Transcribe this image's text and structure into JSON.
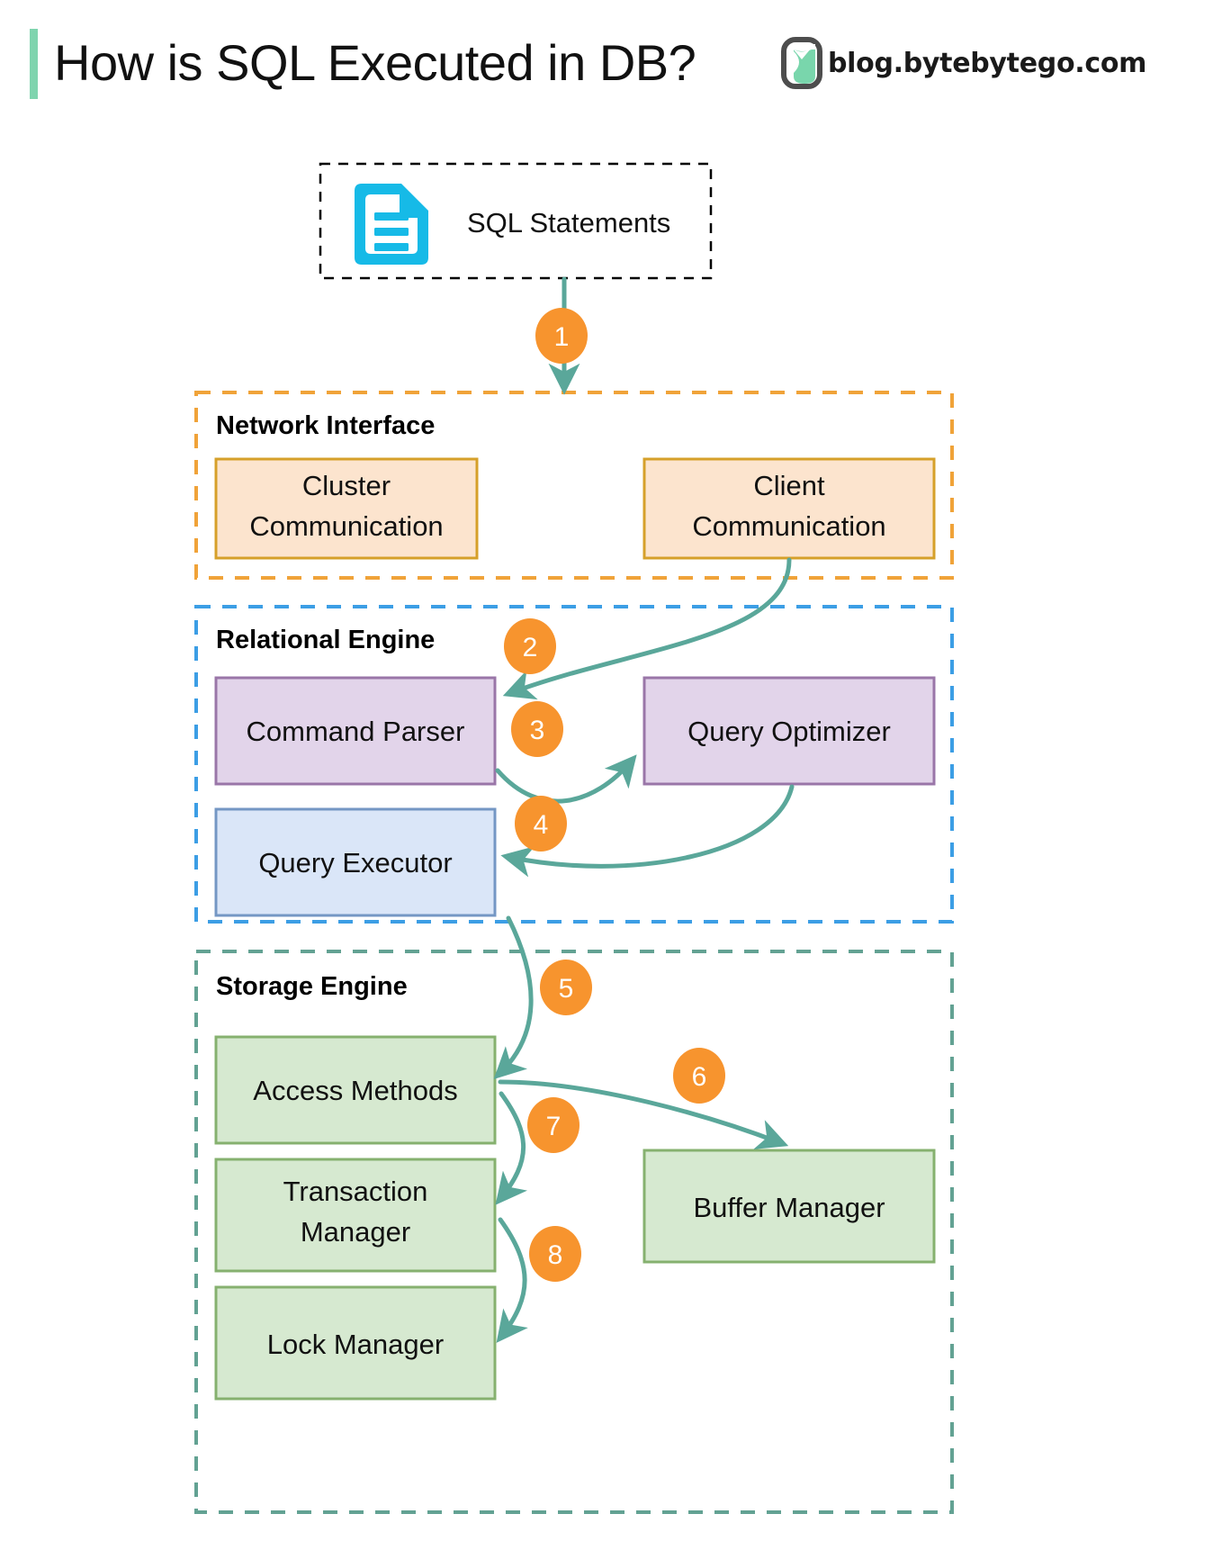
{
  "header": {
    "title": "How is SQL Executed in DB?",
    "brand_text": "blog.bytebytego.com",
    "accent_color": "#7fd4ae"
  },
  "source": {
    "label": "SQL Statements",
    "icon": "document-icon",
    "icon_color": "#16BAE7",
    "border_style": "dashed",
    "border_color": "#000000"
  },
  "colors": {
    "arrow": "#5AA79A",
    "step_badge": "#F7942E",
    "step_text": "#ffffff",
    "network_border": "#F0A339",
    "network_fill": "#FCE4CE",
    "network_box_border": "#D6A02A",
    "relational_border": "#3C9EE5",
    "parser_fill": "#E2D4EA",
    "parser_border": "#9A76A8",
    "executor_fill": "#DAE6F8",
    "executor_border": "#7497C4",
    "storage_border": "#63A293",
    "storage_fill": "#D6E9D0",
    "storage_box_border": "#86B16F"
  },
  "groups": [
    {
      "id": "network-interface",
      "title": "Network Interface",
      "nodes": [
        {
          "id": "cluster-communication",
          "label_line1": "Cluster",
          "label_line2": "Communication"
        },
        {
          "id": "client-communication",
          "label_line1": "Client",
          "label_line2": "Communication"
        }
      ]
    },
    {
      "id": "relational-engine",
      "title": "Relational Engine",
      "nodes": [
        {
          "id": "command-parser",
          "label_line1": "Command Parser",
          "label_line2": ""
        },
        {
          "id": "query-optimizer",
          "label_line1": "Query Optimizer",
          "label_line2": ""
        },
        {
          "id": "query-executor",
          "label_line1": "Query Executor",
          "label_line2": ""
        }
      ]
    },
    {
      "id": "storage-engine",
      "title": "Storage Engine",
      "nodes": [
        {
          "id": "access-methods",
          "label_line1": "Access Methods",
          "label_line2": ""
        },
        {
          "id": "transaction-manager",
          "label_line1": "Transaction",
          "label_line2": "Manager"
        },
        {
          "id": "lock-manager",
          "label_line1": "Lock Manager",
          "label_line2": ""
        },
        {
          "id": "buffer-manager",
          "label_line1": "Buffer Manager",
          "label_line2": ""
        }
      ]
    }
  ],
  "steps": [
    {
      "n": "1",
      "from": "sql-statements",
      "to": "network-interface"
    },
    {
      "n": "2",
      "from": "client-communication",
      "to": "command-parser"
    },
    {
      "n": "3",
      "from": "command-parser",
      "to": "query-optimizer"
    },
    {
      "n": "4",
      "from": "query-optimizer",
      "to": "query-executor"
    },
    {
      "n": "5",
      "from": "query-executor",
      "to": "access-methods"
    },
    {
      "n": "6",
      "from": "access-methods",
      "to": "buffer-manager"
    },
    {
      "n": "7",
      "from": "access-methods",
      "to": "transaction-manager"
    },
    {
      "n": "8",
      "from": "transaction-manager",
      "to": "lock-manager"
    }
  ]
}
